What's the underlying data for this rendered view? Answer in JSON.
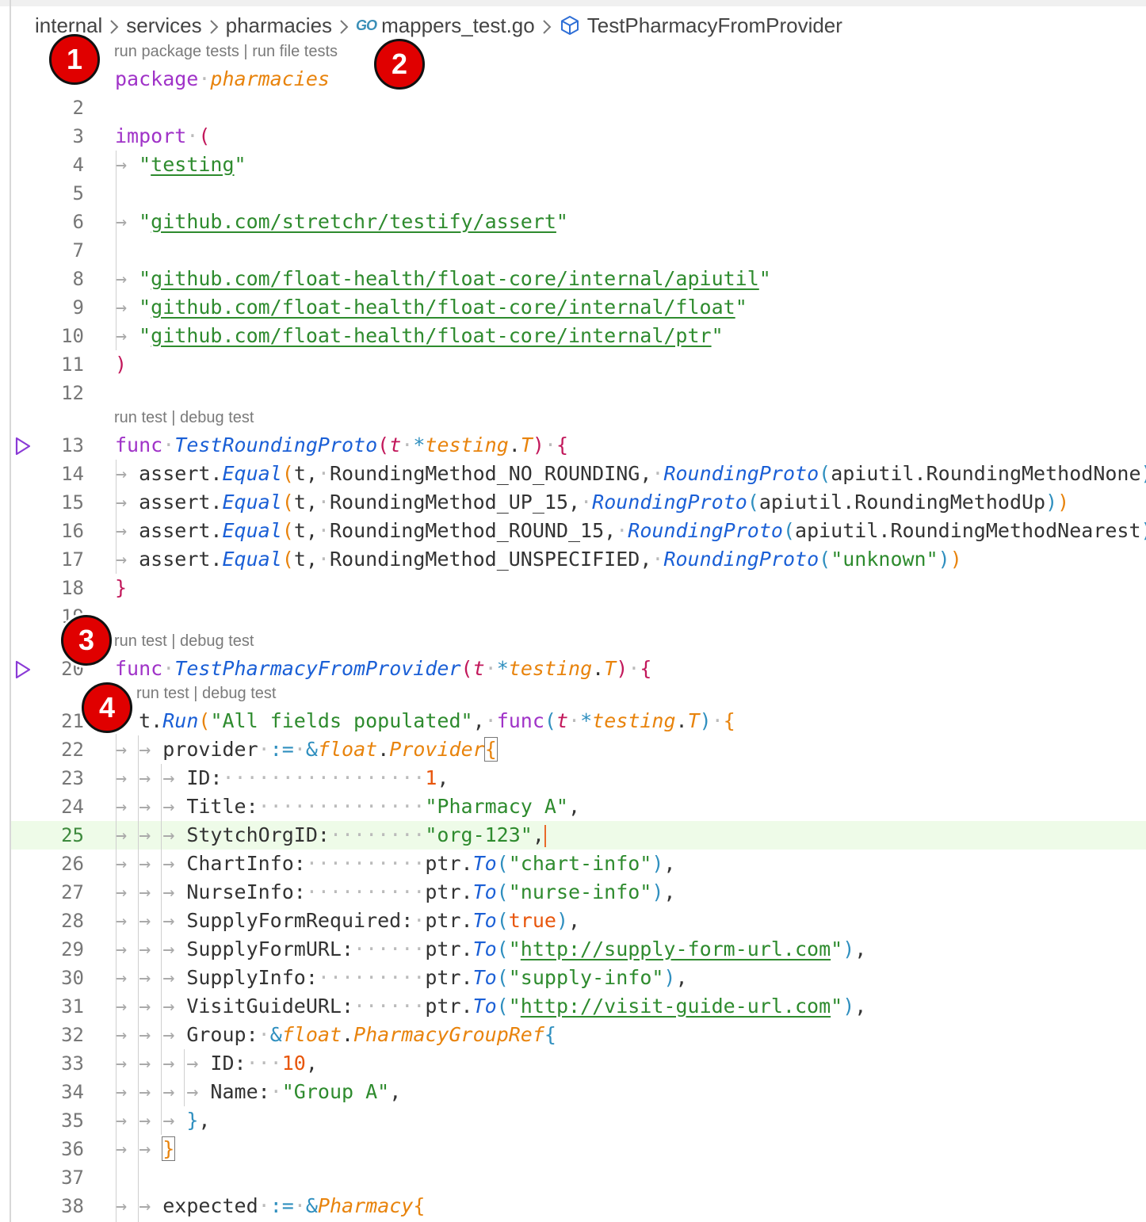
{
  "breadcrumb": {
    "items": [
      "internal",
      "services",
      "pharmacies",
      "mappers_test.go",
      "TestPharmacyFromProvider"
    ],
    "go_icon_text": "GO",
    "file_icon": "go-file-icon",
    "symbol_icon": "cube-icon"
  },
  "codelens": {
    "run_package_tests": "run package tests",
    "separator": " | ",
    "run_file_tests": "run file tests",
    "run_test": "run test",
    "debug_test": "debug test"
  },
  "lines": {
    "l1": "package",
    "l1b": "pharmacies",
    "n2": "2",
    "n3": "3",
    "n4": "4",
    "n5": "5",
    "n6": "6",
    "n7": "7",
    "n8": "8",
    "n9": "9",
    "n10": "10",
    "n11": "11",
    "n12": "12",
    "n13": "13",
    "n14": "14",
    "n15": "15",
    "n16": "16",
    "n17": "17",
    "n18": "18",
    "n19": "19",
    "n20": "20",
    "n21": "21",
    "n22": "22",
    "n23": "23",
    "n24": "24",
    "n25": "25",
    "n26": "26",
    "n27": "27",
    "n28": "28",
    "n29": "29",
    "n30": "30",
    "n31": "31",
    "n32": "32",
    "n33": "33",
    "n34": "34",
    "n35": "35",
    "n36": "36",
    "n37": "37",
    "n38": "38",
    "import_kw": "import",
    "imp_testing": "testing",
    "imp_testify": "github.com/stretchr/testify/assert",
    "imp_apiutil": "github.com/float-health/float-core/internal/apiutil",
    "imp_float": "github.com/float-health/float-core/internal/float",
    "imp_ptr": "github.com/float-health/float-core/internal/ptr",
    "func_kw": "func",
    "fn_rounding": "TestRoundingProto",
    "fn_pharmacy": "TestPharmacyFromProvider",
    "param_t": "t",
    "type_testing": "testing",
    "type_T": "T",
    "assert": "assert",
    "equal": "Equal",
    "rm_none_const": "RoundingMethod_NO_ROUNDING",
    "rm_up_const": "RoundingMethod_UP_15",
    "rm_round_const": "RoundingMethod_ROUND_15",
    "rm_unspec_const": "RoundingMethod_UNSPECIFIED",
    "rounding_proto": "RoundingProto",
    "api_none": "apiutil.RoundingMethodNone",
    "api_up": "apiutil.RoundingMethodUp",
    "api_nearest": "apiutil.RoundingMethodNearest",
    "unknown_str": "\"unknown\"",
    "t_run": "Run",
    "all_fields": "\"All fields populated\"",
    "provider_var": "provider",
    "float_pkg": "float",
    "provider_type": "Provider",
    "f_id": "ID:",
    "f_title": "Title:",
    "f_stytch": "StytchOrgID:",
    "f_chart": "ChartInfo:",
    "f_nurse": "NurseInfo:",
    "f_supplyreq": "SupplyFormRequired:",
    "f_supplyurl": "SupplyFormURL:",
    "f_supplyinfo": "SupplyInfo:",
    "f_visit": "VisitGuideURL:",
    "f_group": "Group:",
    "f_name": "Name:",
    "v_id": "1",
    "v_title": "\"Pharmacy A\"",
    "v_stytch": "\"org-123\"",
    "ptr": "ptr",
    "to": "To",
    "v_chart": "\"chart-info\"",
    "v_nurse": "\"nurse-info\"",
    "v_true": "true",
    "v_supplyurl": "http://supply-form-url.com",
    "v_supplyinfo": "\"supply-info\"",
    "v_visit": "http://visit-guide-url.com",
    "group_ref_type": "PharmacyGroupRef",
    "v_gid": "10",
    "v_gname": "\"Group A\"",
    "expected_var": "expected",
    "pharmacy_type": "Pharmacy"
  },
  "annotations": [
    "1",
    "2",
    "3",
    "4"
  ],
  "colors": {
    "keyword": "#a033c8",
    "string": "#2e8b2e",
    "function": "#1a5fd6",
    "type": "#e8830c",
    "number": "#e8560c",
    "param": "#c2185b",
    "active_line": "#eefbe8",
    "badge": "#e00000"
  }
}
